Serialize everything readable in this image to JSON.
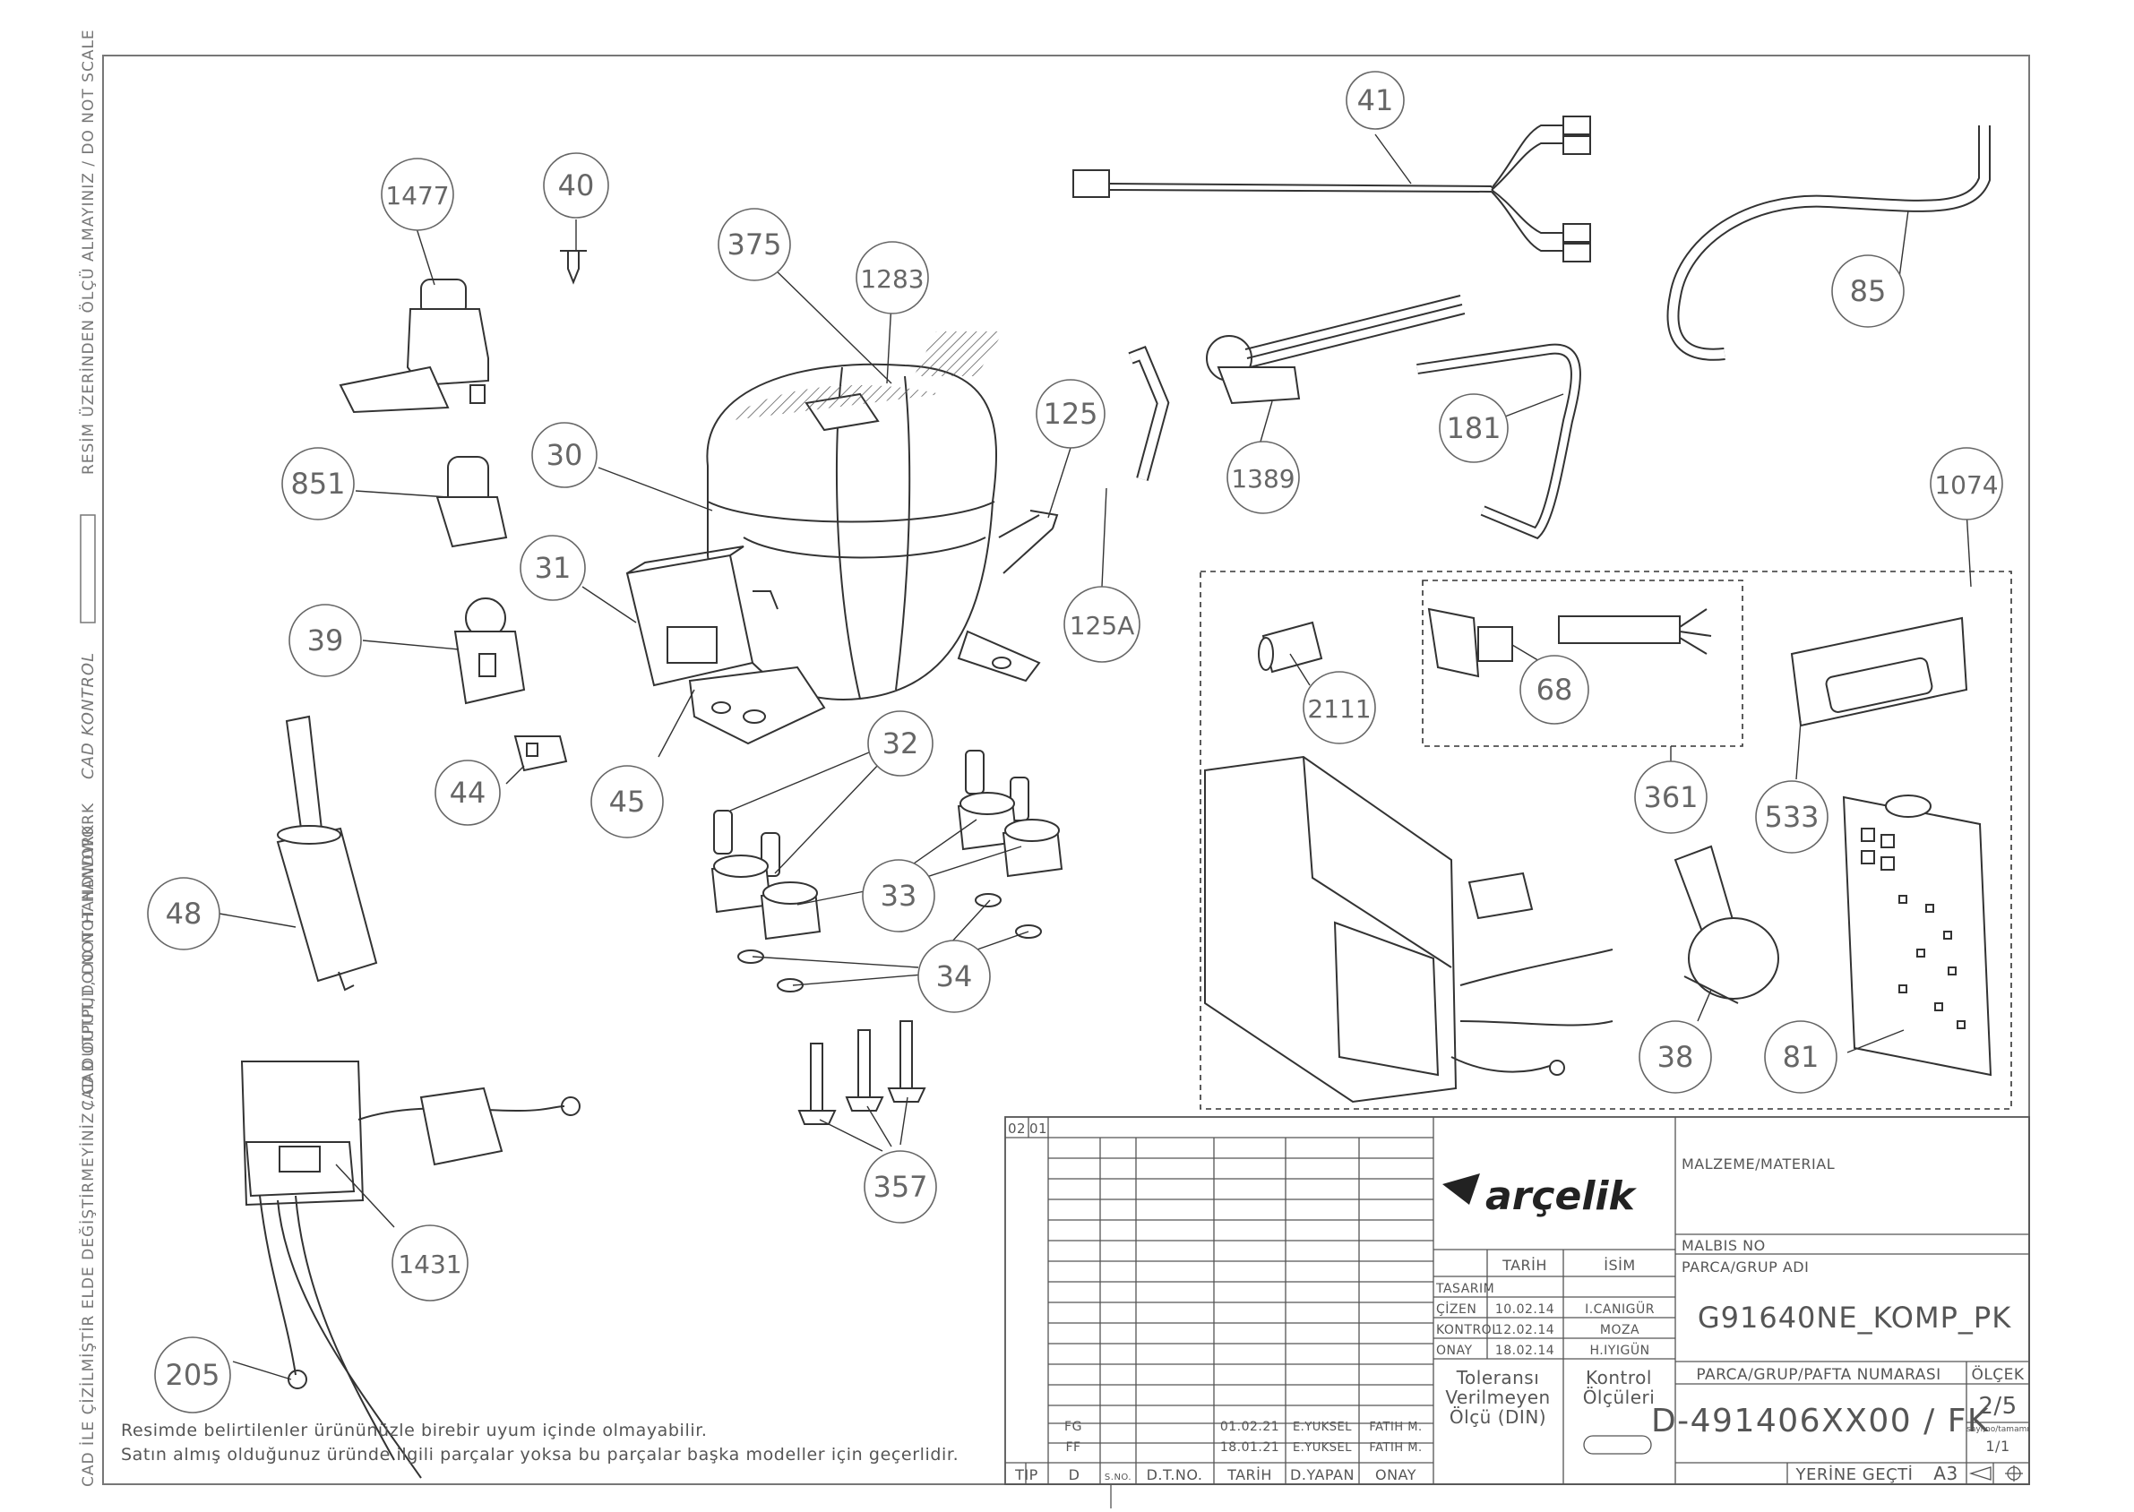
{
  "margin": {
    "left_top": "RESİM ÜZERİNDEN ÖLÇÜ ALMAYINIZ / DO NOT SCALE",
    "left_mid": "CAD KONTROL",
    "left_lower": "CAD OUTPUT,DO NOT HANDWORK",
    "left_bottom": "CAD İLE ÇİZİLMİŞTİR ELDE DEĞİŞTİRMEYİNİZ / CAD OUTPUT, DO NOT HANDWORK"
  },
  "callouts": [
    "1477",
    "40",
    "375",
    "1283",
    "30",
    "125",
    "851",
    "31",
    "39",
    "125A",
    "44",
    "45",
    "32",
    "48",
    "33",
    "34",
    "357",
    "1431",
    "205",
    "41",
    "85",
    "1389",
    "181",
    "1074",
    "2111",
    "68",
    "361",
    "533",
    "38",
    "81"
  ],
  "notes": {
    "line1": "Resimde belirtilenler ürününüzle birebir uyum içinde olmayabilir.",
    "line2": "Satın almış olduğunuz üründe ilgili parçalar yoksa bu parçalar başka modeller için geçerlidir."
  },
  "title_block": {
    "brand": "arçelik",
    "rev_cols": [
      "02",
      "01"
    ],
    "rev_rows": [
      {
        "code": "FG",
        "date": "01.02.21",
        "by": "E.YUKSEL",
        "approved": "FATIH M."
      },
      {
        "code": "FF",
        "date": "18.01.21",
        "by": "E.YUKSEL",
        "approved": "FATIH M."
      }
    ],
    "bottom_headers": [
      "TIP",
      "D",
      "S.NO.",
      "D.T.NO.",
      "TARİH",
      "D.YAPAN",
      "ONAY"
    ],
    "sign_header": {
      "date": "TARİH",
      "name": "İSİM"
    },
    "sign_rows": [
      {
        "role": "TASARIM",
        "date": "",
        "name": ""
      },
      {
        "role": "ÇİZEN",
        "date": "10.02.14",
        "name": "I.CANIGÜR"
      },
      {
        "role": "KONTROL",
        "date": "12.02.14",
        "name": "MOZA"
      },
      {
        "role": "ONAY",
        "date": "18.02.14",
        "name": "H.IYIGÜN"
      }
    ],
    "tolerance": "Toleransı Verilmeyen Ölçü (DIN)",
    "tolerance_lines": [
      "Toleransı",
      "Verilmeyen",
      "Ölçü (DIN)"
    ],
    "control": [
      "Kontrol",
      "Ölçüleri"
    ],
    "material_label": "MALZEME/MATERIAL",
    "malbis_label": "MALBIS NO",
    "group_label": "PARCA/GRUP ADI",
    "group_name": "G91640NE_KOMP_PK",
    "number_label": "PARCA/GRUP/PAFTA NUMARASI",
    "scale_label": "ÖLÇEK",
    "part_number": "D-491406XX00 / FK",
    "scale": "2/5",
    "sheet_label": "sayı,no/tamamı",
    "sheet": "1/1",
    "replaces": "YERİNE GEÇTİ",
    "format": "A3"
  }
}
